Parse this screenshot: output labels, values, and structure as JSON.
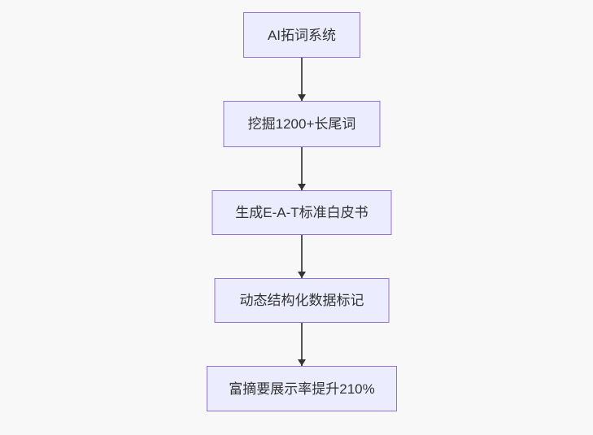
{
  "diagram": {
    "type": "flowchart",
    "direction": "top-down",
    "steps": [
      {
        "id": "step-1",
        "label": "AI拓词系统"
      },
      {
        "id": "step-2",
        "label": "挖掘1200+长尾词"
      },
      {
        "id": "step-3",
        "label": "生成E-A-T标准白皮书"
      },
      {
        "id": "step-4",
        "label": "动态结构化数据标记"
      },
      {
        "id": "step-5",
        "label": "富摘要展示率提升210%"
      }
    ],
    "connections": [
      {
        "from": "step-1",
        "to": "step-2"
      },
      {
        "from": "step-2",
        "to": "step-3"
      },
      {
        "from": "step-3",
        "to": "step-4"
      },
      {
        "from": "step-4",
        "to": "step-5"
      }
    ],
    "colors": {
      "node_fill": "#ECECFF",
      "node_border": "#9370DB",
      "arrow": "#333333",
      "arrow_shaft": "#555555",
      "text": "#333333",
      "background": "#f8f8f8"
    }
  }
}
